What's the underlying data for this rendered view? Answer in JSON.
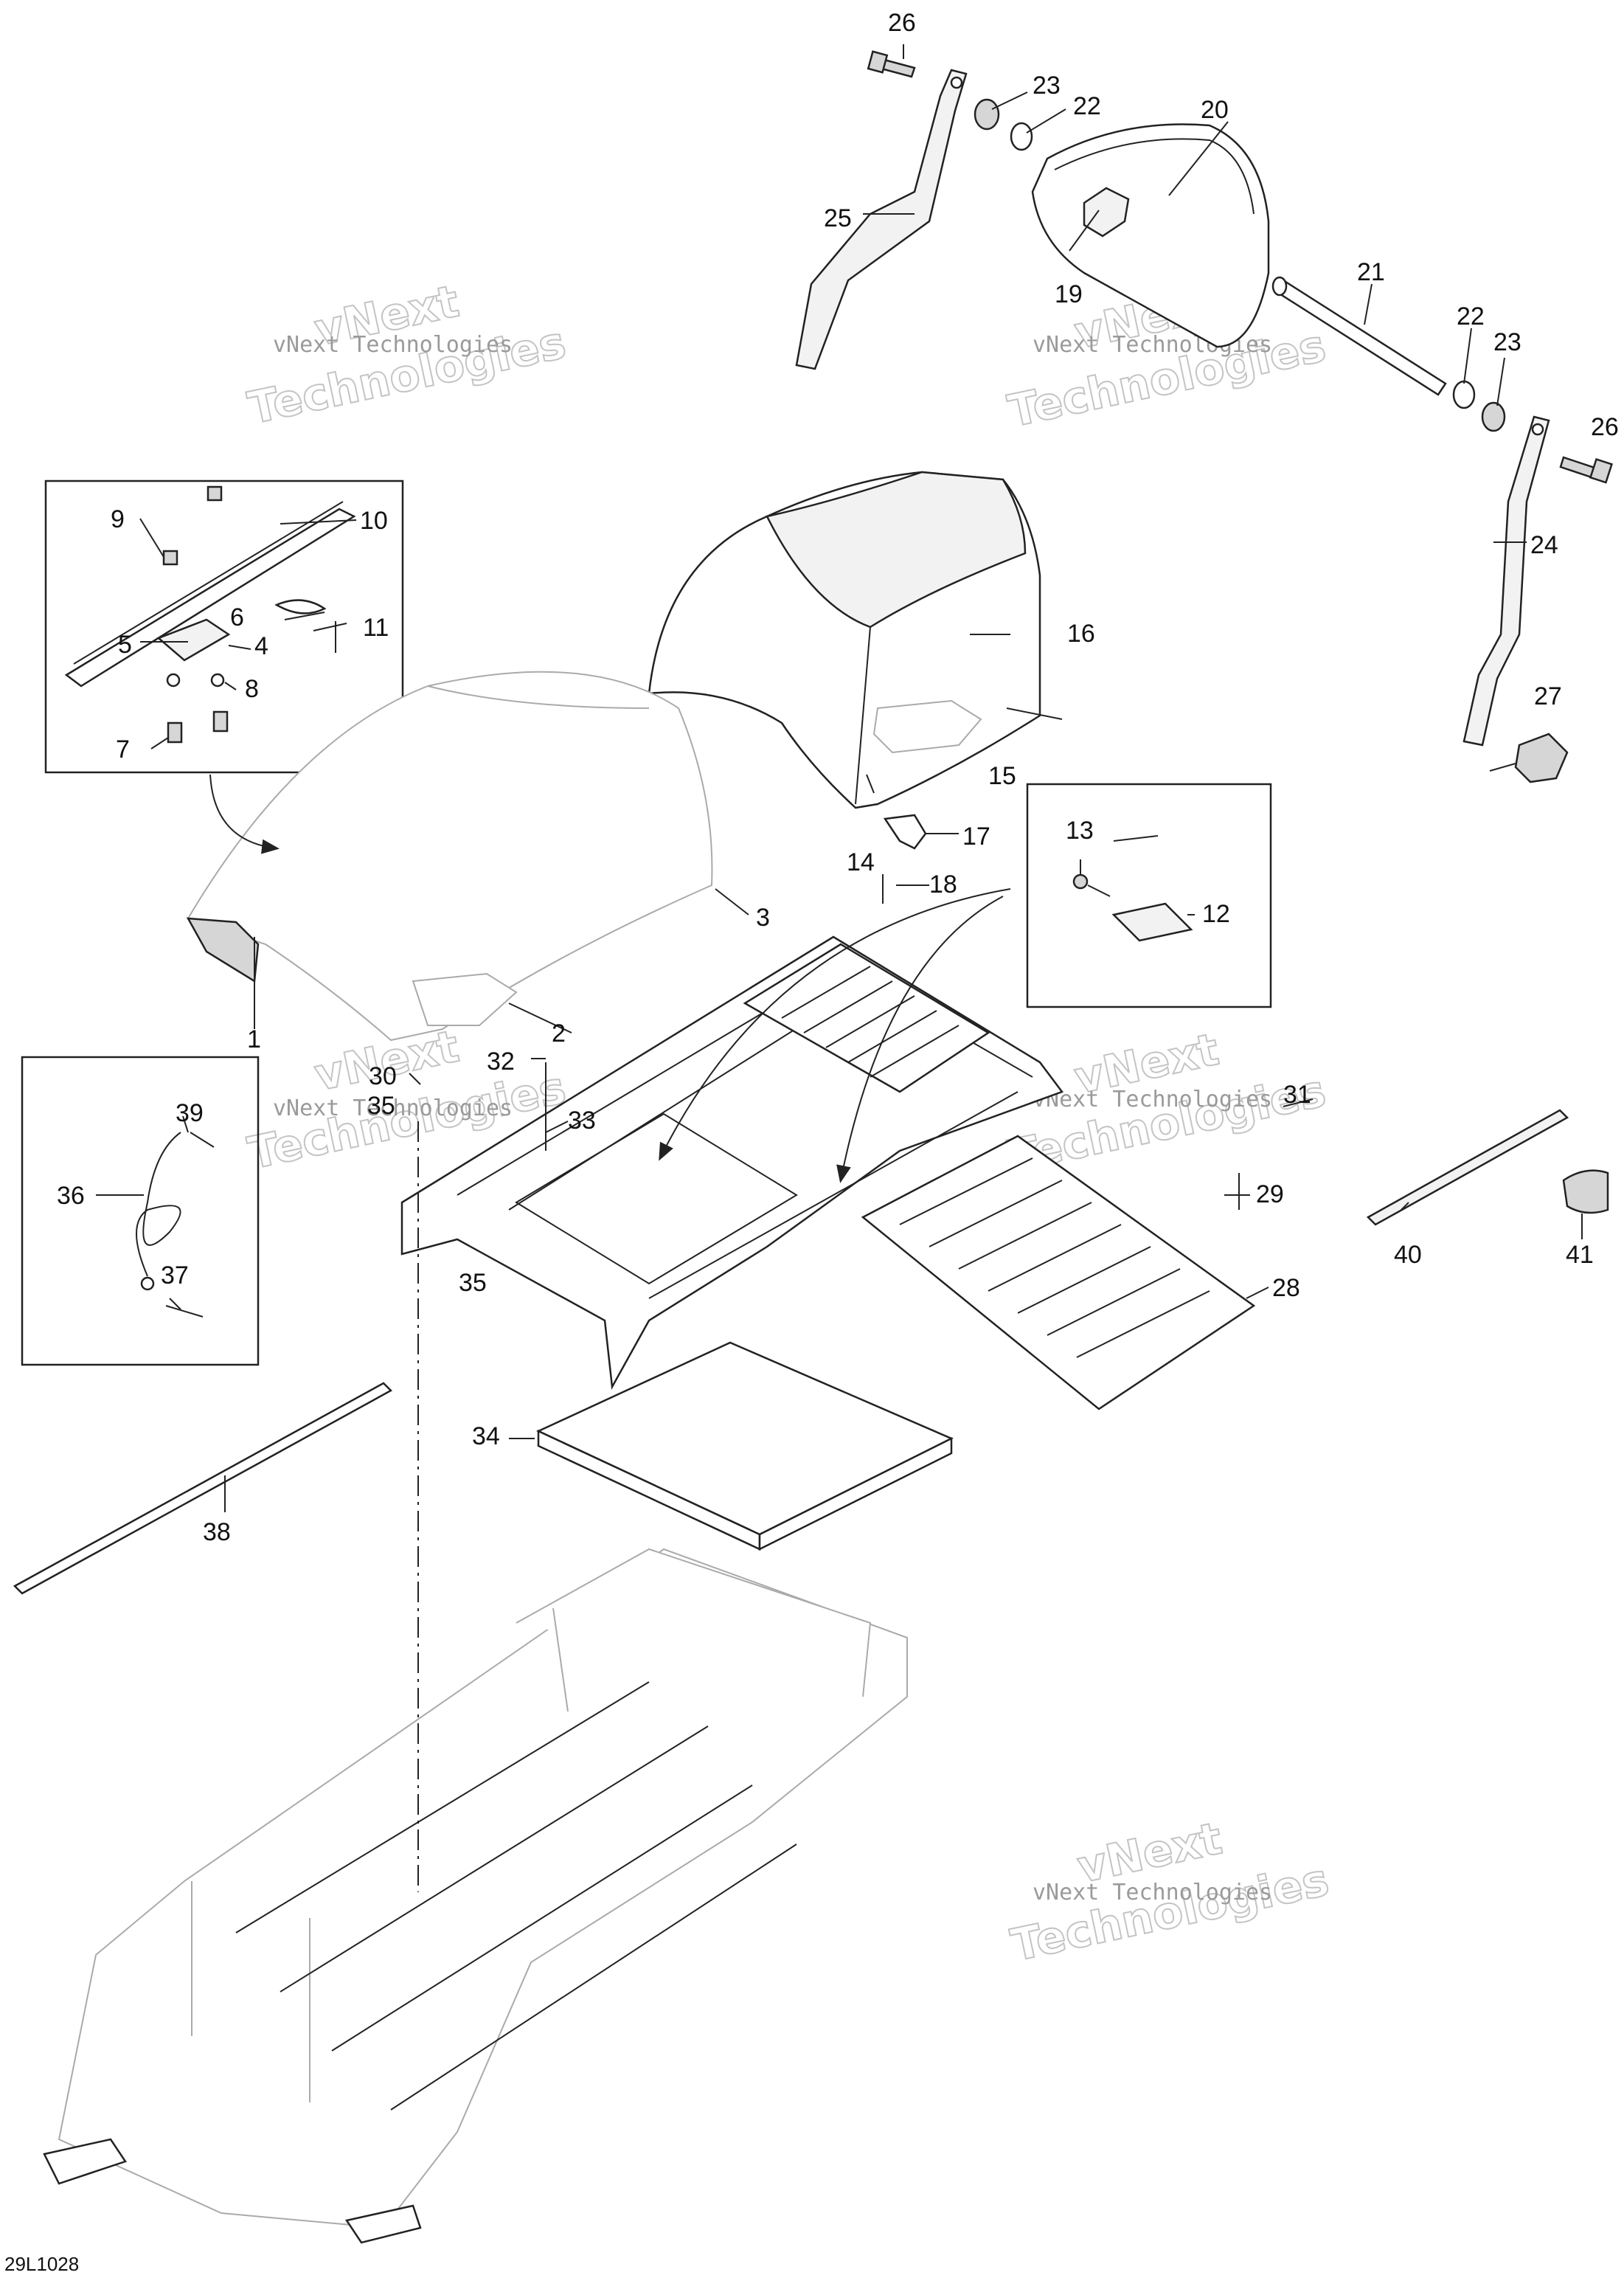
{
  "diagram": {
    "drawing_code": "29L1028",
    "watermark_line1": "vNext Technologies",
    "watermark_line2a": "vNext",
    "watermark_line2b": "Technologies",
    "callouts": [
      "1",
      "2",
      "3",
      "4",
      "5",
      "6",
      "7",
      "8",
      "9",
      "10",
      "11",
      "12",
      "13",
      "14",
      "15",
      "16",
      "17",
      "18",
      "19",
      "20",
      "21",
      "22",
      "22",
      "23",
      "23",
      "24",
      "25",
      "26",
      "26",
      "27",
      "28",
      "29",
      "30",
      "31",
      "32",
      "33",
      "34",
      "35",
      "35",
      "36",
      "37",
      "38",
      "39",
      "40",
      "41"
    ]
  }
}
